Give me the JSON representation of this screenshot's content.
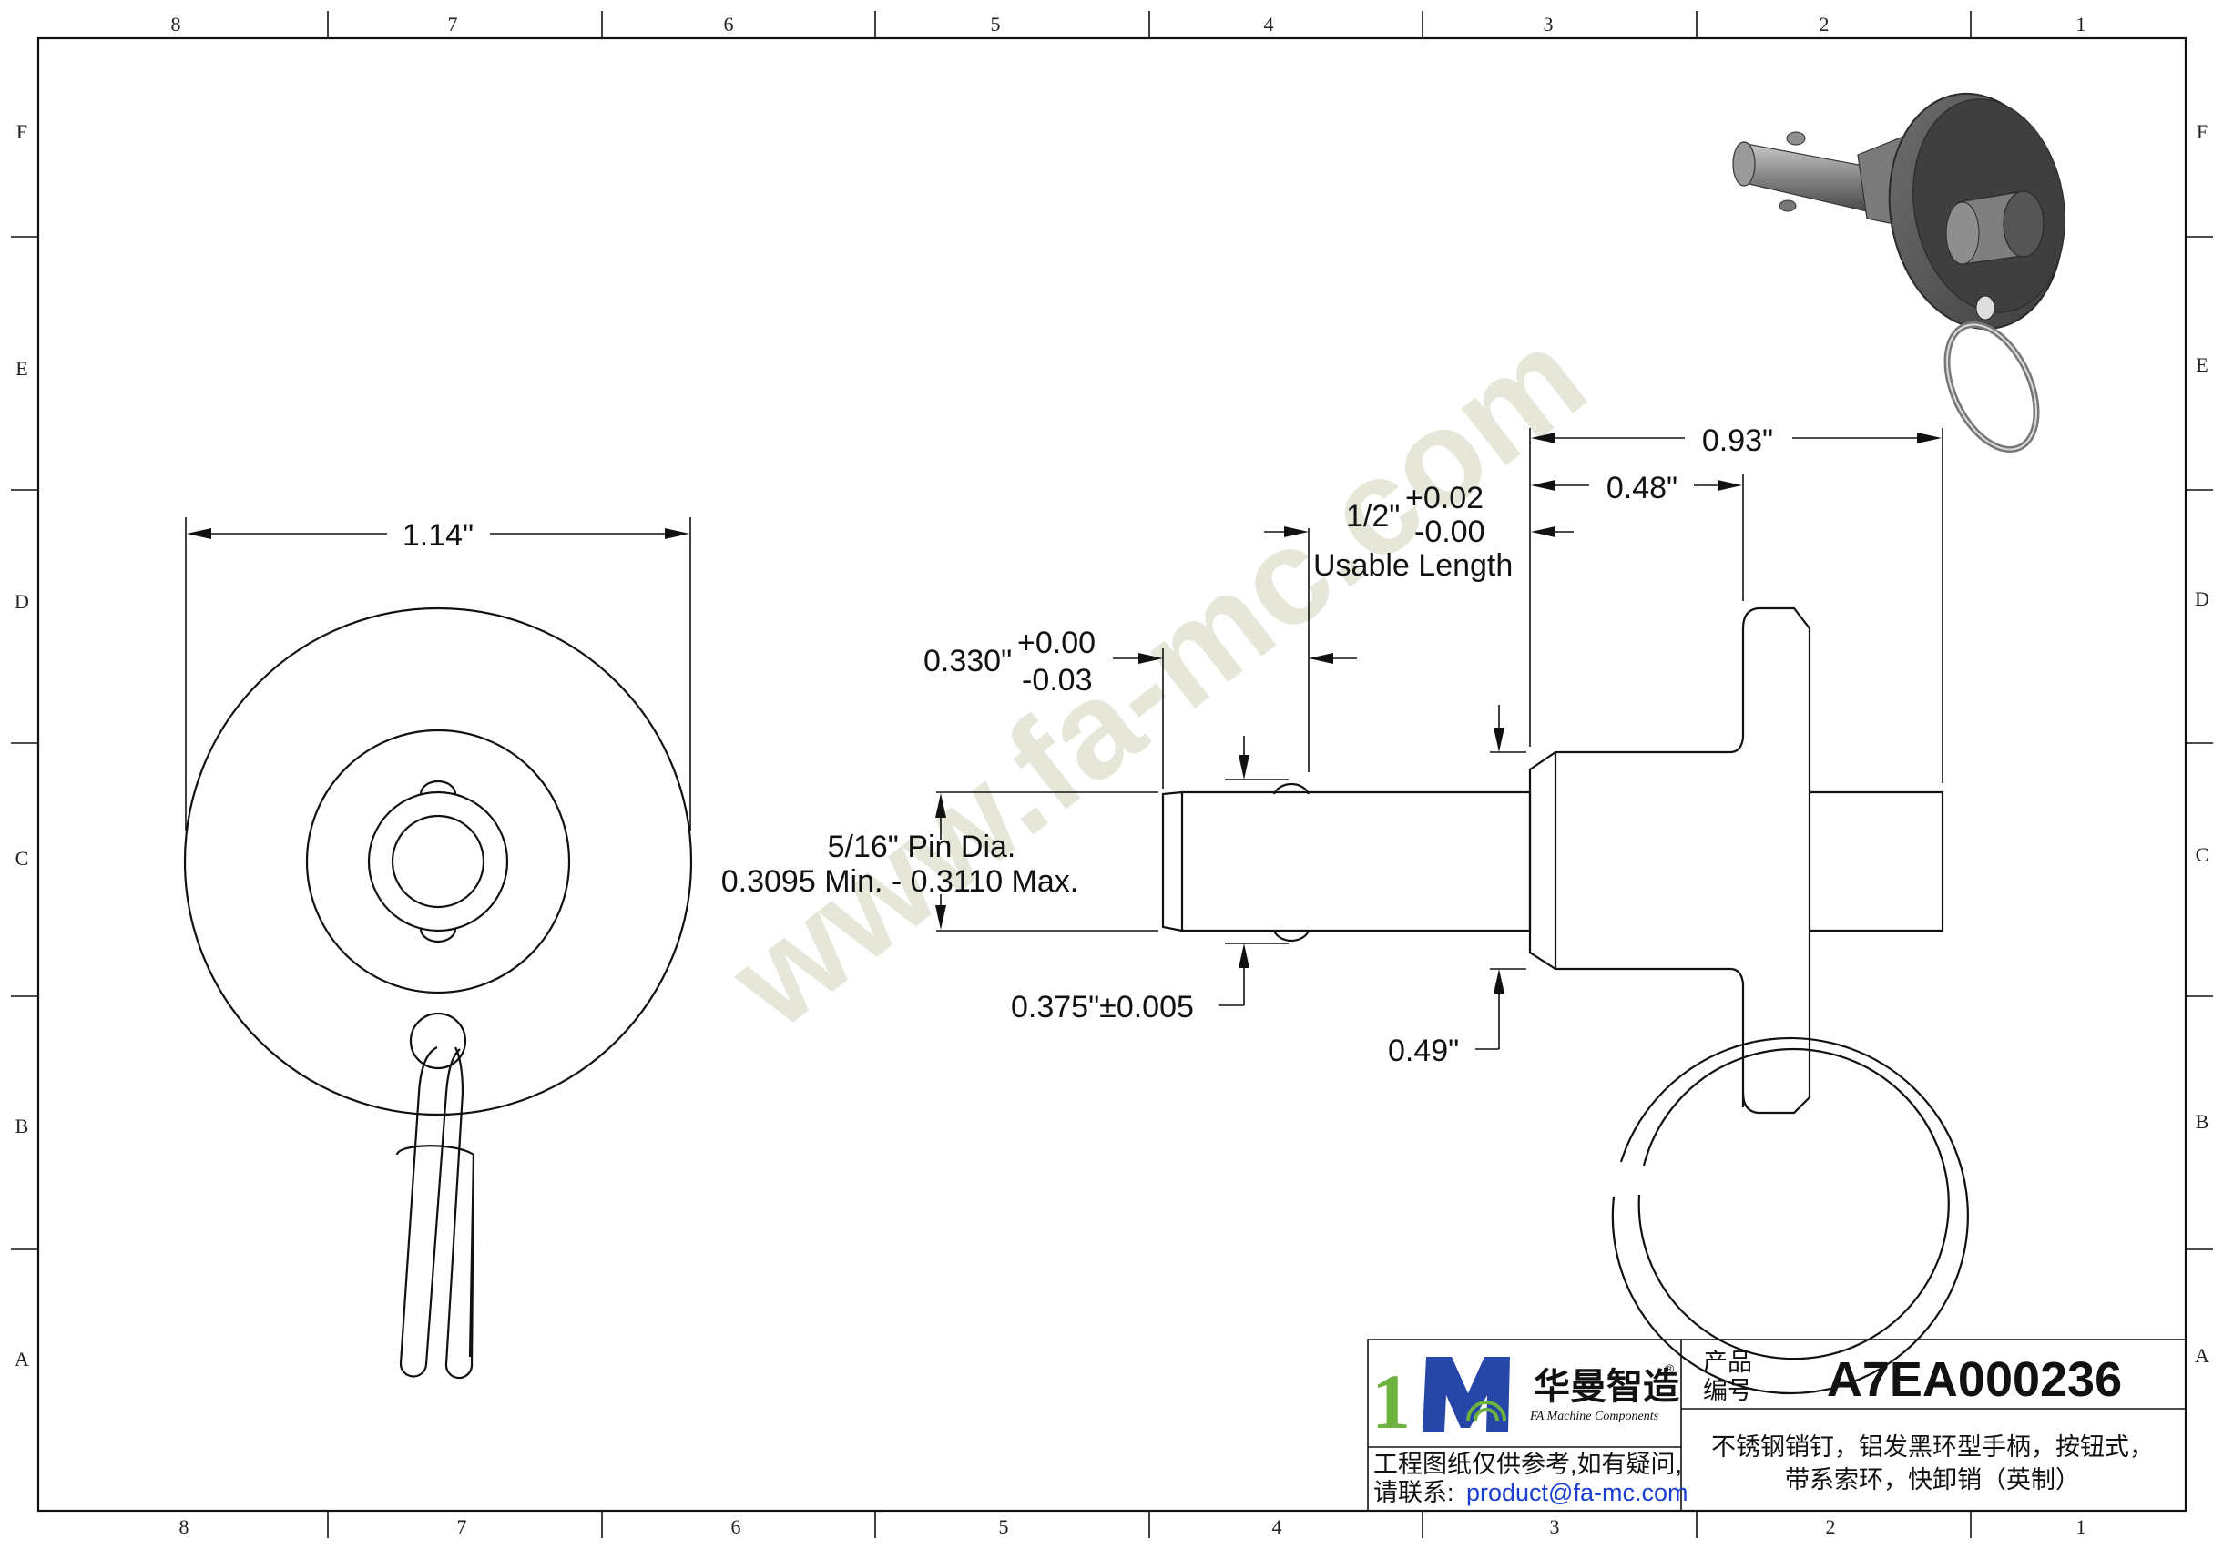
{
  "sheet": {
    "column_labels": [
      "8",
      "7",
      "6",
      "5",
      "4",
      "3",
      "2",
      "1"
    ],
    "row_labels": [
      "F",
      "E",
      "D",
      "C",
      "B",
      "A"
    ]
  },
  "watermark": "www.fa-mc.com",
  "dimensions": {
    "overall_diameter": "1.14\"",
    "total_length": "0.93\"",
    "handle_to_shoulder": "0.48\"",
    "usable_length_main": "1/2\"",
    "usable_length_plus": "+0.02",
    "usable_length_minus": "-0.00",
    "usable_length_label": "Usable Length",
    "ball_position_main": "0.330\"",
    "ball_position_plus": "+0.00",
    "ball_position_minus": "-0.03",
    "pin_dia_label": "5/16\" Pin Dia.",
    "pin_dia_range": "0.3095 Min. - 0.3110 Max.",
    "ball_diameter": "0.375\"±0.005",
    "collar_diameter": "0.49\""
  },
  "title_block": {
    "logo_mark": "1M",
    "company_cn": "华曼智造",
    "company_en": "FA Machine Components",
    "registered": "®",
    "disclaimer_line1": "工程图纸仅供参考,如有疑问,",
    "disclaimer_line2_prefix": "请联系: ",
    "contact_email": "product@fa-mc.com",
    "product_no_label_1": "产品",
    "product_no_label_2": "编号",
    "product_number": "A7EA000236",
    "description_line1": "不锈钢销钉，铝发黑环型手柄，按钮式，",
    "description_line2": "带系索环，快卸销（英制）"
  }
}
